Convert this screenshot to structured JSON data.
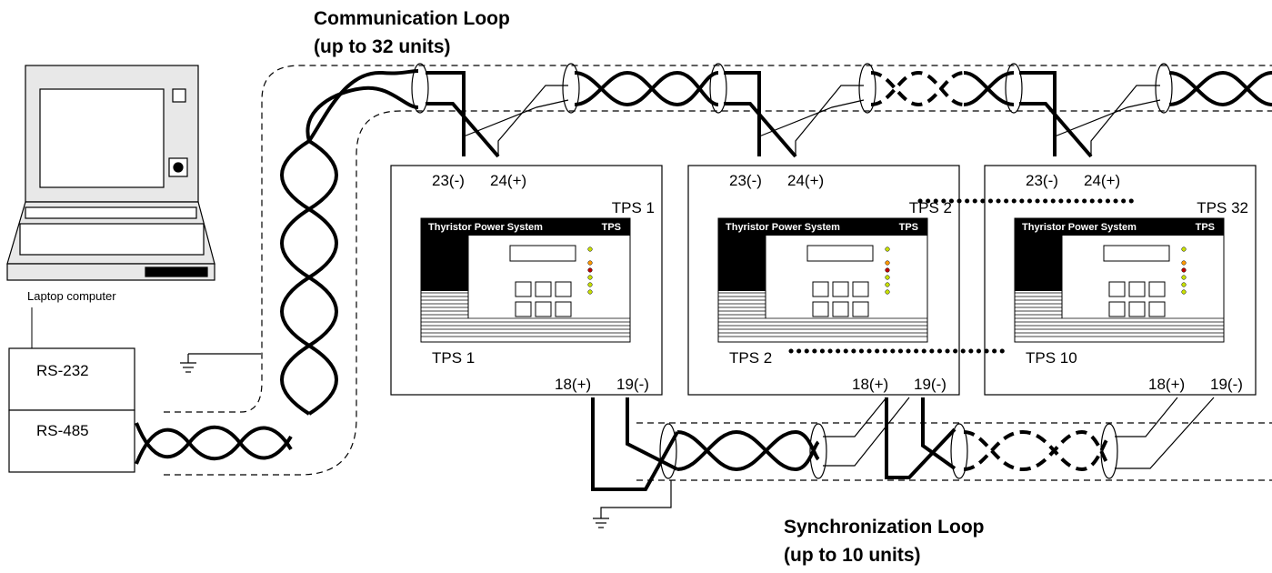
{
  "title_comm": "Communication Loop",
  "subtitle_comm": "(up to 32 units)",
  "title_sync": "Synchronization Loop",
  "subtitle_sync": "(up to 10 units)",
  "laptop_label": "Laptop computer",
  "converter": {
    "top": "RS-232",
    "bottom": "RS-485"
  },
  "panel": {
    "name": "Thyristor Power System",
    "tag": "TPS"
  },
  "units": [
    {
      "comm_neg": "23(-)",
      "comm_pos": "24(+)",
      "comm_id": "TPS 1",
      "sync_id": "TPS 1",
      "sync_pos": "18(+)",
      "sync_neg": "19(-)"
    },
    {
      "comm_neg": "23(-)",
      "comm_pos": "24(+)",
      "comm_id": "TPS 2",
      "sync_id": "TPS 2",
      "sync_pos": "18(+)",
      "sync_neg": "19(-)"
    },
    {
      "comm_neg": "23(-)",
      "comm_pos": "24(+)",
      "comm_id": "TPS 32",
      "sync_id": "TPS 10",
      "sync_pos": "18(+)",
      "sync_neg": "19(-)"
    }
  ],
  "colors": {
    "line": "#000000",
    "led_green": "#c8e000",
    "led_red": "#c00000",
    "led_orange": "#ff9900"
  }
}
